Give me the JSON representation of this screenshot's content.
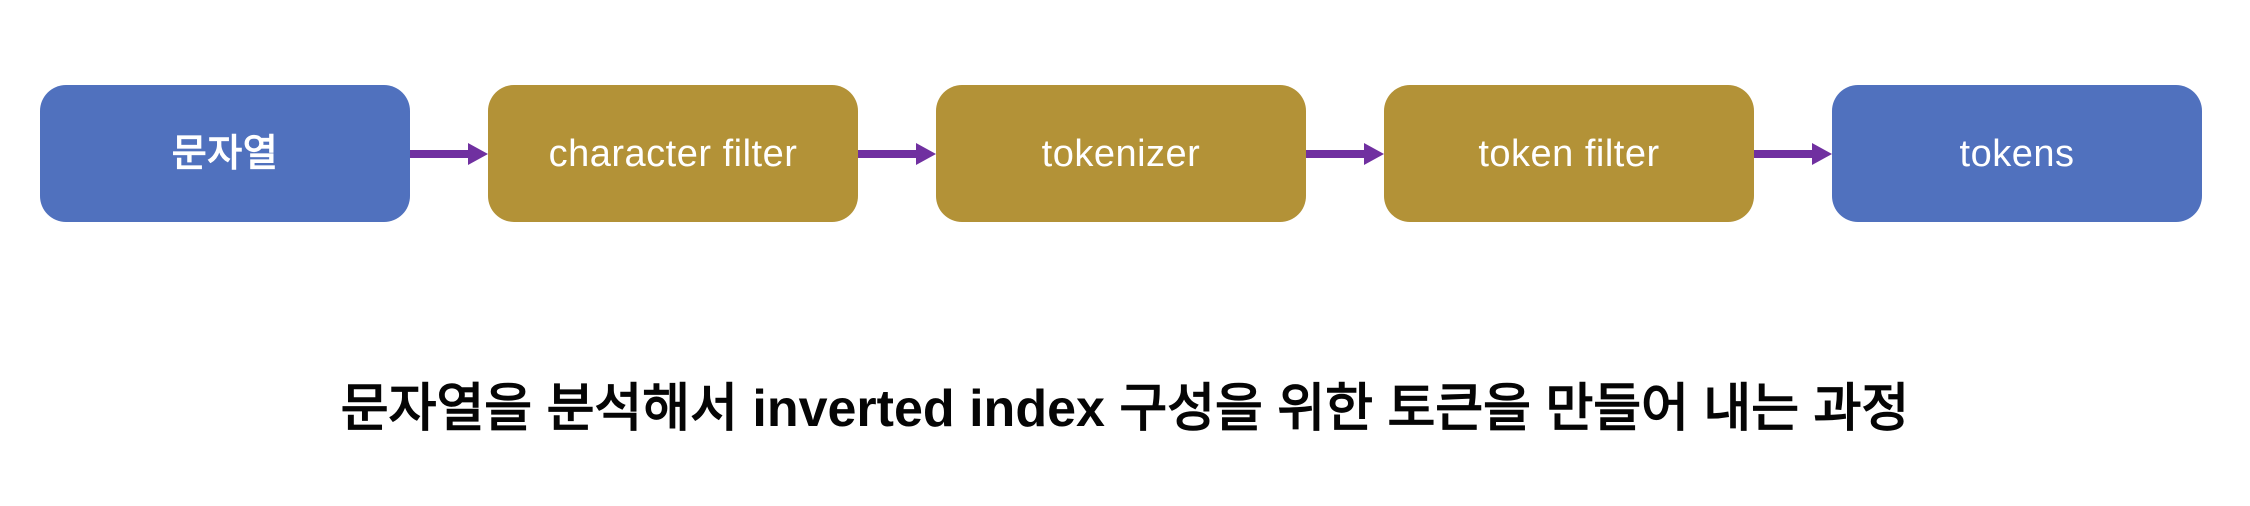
{
  "diagram": {
    "nodes": [
      {
        "label": "문자열",
        "color": "#5071BE"
      },
      {
        "label": "character filter",
        "color": "#B39237"
      },
      {
        "label": "tokenizer",
        "color": "#B39237"
      },
      {
        "label": "token filter",
        "color": "#B39237"
      },
      {
        "label": "tokens",
        "color": "#5071BE"
      }
    ],
    "arrow_color": "#7030A0",
    "label_text_color": "#FFFFFF",
    "background_color": "#FFFFFF"
  },
  "caption": {
    "text": "문자열을 분석해서 inverted index 구성을 위한 토큰을 만들어 내는 과정",
    "color": "#050505"
  }
}
